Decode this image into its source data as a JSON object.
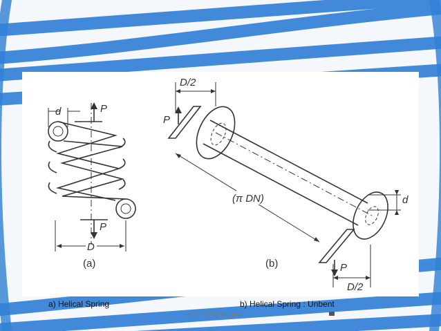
{
  "diagram": {
    "fig_a": {
      "label_d": "d",
      "label_p_top": "P",
      "label_p_bottom": "P",
      "label_D": "D",
      "tag": "(a)"
    },
    "fig_b": {
      "label_d2_top": "D/2",
      "label_p_top": "P",
      "label_length": "(π DN)",
      "label_d": "d",
      "label_p_bottom": "P",
      "label_d2_bottom": "D/2",
      "tag": "(b)"
    }
  },
  "captions": {
    "a": "a) Helical Spring",
    "b": "b) Helical Spring : Unbent"
  },
  "credit": "© Dr. V.R Deulgaonkar",
  "colors": {
    "background": "#f4f7fb",
    "stripe": "#2f7fd6",
    "ink": "#333333"
  }
}
